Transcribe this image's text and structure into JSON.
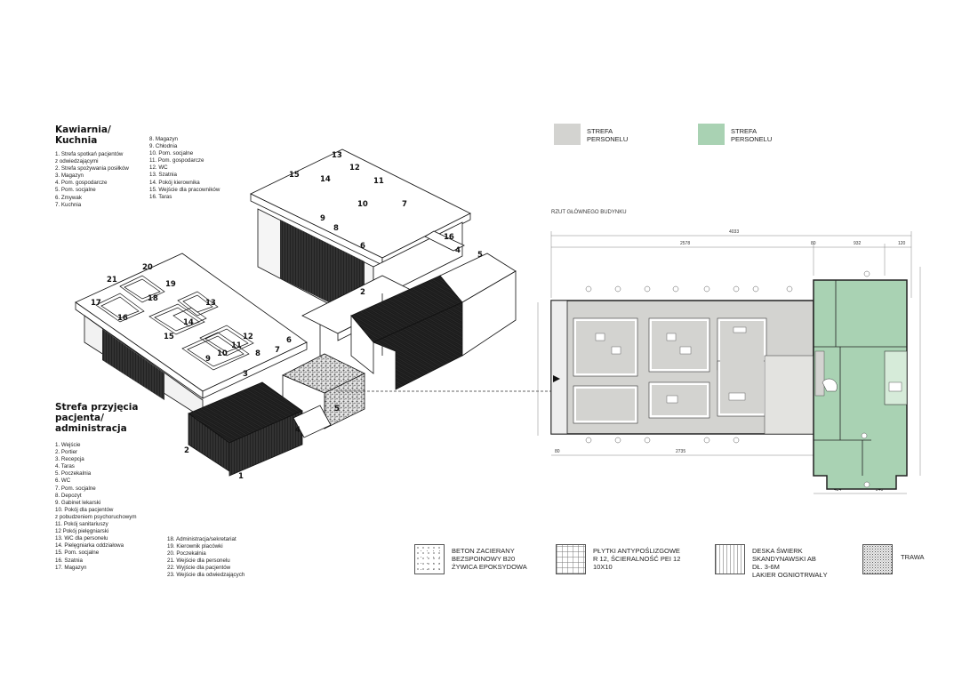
{
  "kawiarnia": {
    "heading": "Kawiarnia/\nKuchnia",
    "col1": [
      "1. Strefa spotkań pacjentów",
      "z odwiedzającymi",
      "2. Strefa spożywania posiłków",
      "3. Magazyn",
      "4. Pom. gospodarcze",
      "5. Pom. socjalne",
      "6. Zmywak",
      "7. Kuchnia"
    ],
    "col2": [
      "8. Magazyn",
      "9. Chłodnia",
      "10. Pom. socjalne",
      "11. Pom. gospodarcze",
      "12. WC",
      "13. Szatnia",
      "14. Pokój kierownika",
      "15. Wejście dla pracowników",
      "16. Taras"
    ]
  },
  "przyjecia": {
    "heading": "Strefa przyjęcia\npacjenta/\nadministracja",
    "col1": [
      "1. Wejście",
      "2. Portier",
      "3. Recepcja",
      "4. Taras",
      "5. Poczekalnia",
      "6. WC",
      "7. Pom. socjalne",
      "8. Depozyt",
      "9. Gabinet lekarski",
      "10. Pokój dla pacjentów",
      "z pobudzeniem psychoruchowym",
      "11. Pokój sanitariuszy",
      "12 Pokój pielęgniarski",
      "13. WC dla personelu",
      "14. Pielęgniarka oddziałowa",
      "15. Pom. socjalne",
      "16. Szatnia",
      "17. Magazyn"
    ],
    "col2": [
      "18. Administracja/sekretariat",
      "19. Kierownik placówki",
      "20. Poczekalnia",
      "21. Wejście dla personelu",
      "22. Wyjście dla pacjentów",
      "23. Wejście dla odwiedzających"
    ]
  },
  "axo_numbers": {
    "kitchen": [
      "13",
      "12",
      "15",
      "14",
      "11",
      "10",
      "7",
      "9",
      "8",
      "6",
      "16",
      "4",
      "5",
      "2"
    ],
    "admin": [
      "20",
      "21",
      "19",
      "18",
      "17",
      "13",
      "16",
      "14",
      "15",
      "12",
      "11",
      "10",
      "9",
      "8",
      "7",
      "6",
      "3",
      "4",
      "5",
      "2",
      "1"
    ]
  },
  "zone_legend": [
    {
      "label": "STREFA\nPERSONELU",
      "color": "#d3d3d0"
    },
    {
      "label": "STREFA\nPERSONELU",
      "color": "#a9d2b3"
    }
  ],
  "plan": {
    "title": "RZUT GŁÓWNEGO BUDYNKU",
    "dims": {
      "total": "4033",
      "a": "2578",
      "b": "80",
      "c": "932",
      "d": "120",
      "e": "2735",
      "f": "424",
      "g": "240",
      "h": "80"
    }
  },
  "materials": [
    {
      "label": "BETON ZACIERANY\nBEZSPOINOWY B20\nŻYWICA EPOKSYDOWA",
      "icon": "dots-texture-icon"
    },
    {
      "label": "PŁYTKI ANTYPOŚLIZGOWE\nR 12, ŚCIERALNOŚĆ PEI 12\n10X10",
      "icon": "grid-texture-icon"
    },
    {
      "label": "DESKA ŚWIERK\nSKANDYNAWSKI AB\nDŁ. 3-6M\nLAKIER OGNIOTRWAŁY",
      "icon": "lines-texture-icon"
    },
    {
      "label": "TRAWA",
      "icon": "grass-texture-icon"
    }
  ],
  "colors": {
    "grey_zone": "#d3d3d0",
    "green_zone": "#a9d2b3",
    "roof_dark": "#1a1a1a"
  }
}
